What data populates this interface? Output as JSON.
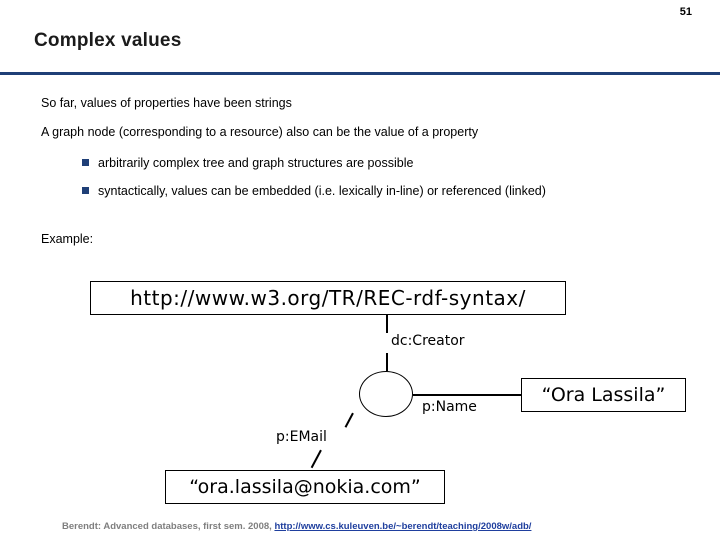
{
  "slide": {
    "number": "51",
    "title": "Complex values",
    "lines": [
      "So far, values of properties have been strings",
      "A graph node (corresponding to a resource) also can be the value of a property"
    ],
    "bullets": [
      "arbitrarily complex tree and graph structures are possible",
      "syntactically, values can be embedded (i.e. lexically in-line) or referenced (linked)"
    ],
    "example_label": "Example:",
    "accent_color": "#1f3f77"
  },
  "graph": {
    "uri_node": "http://www.w3.org/TR/REC-rdf-syntax/",
    "edge_creator": "dc:Creator",
    "edge_name": "p:Name",
    "edge_email": "p:EMail",
    "literal_name": "“Ora Lassila”",
    "literal_email": "“ora.lassila@nokia.com”"
  },
  "footer": {
    "text": "Berendt: Advanced databases, first sem. 2008, ",
    "link": "http://www.cs.kuleuven.be/~berendt/teaching/2008w/adb/"
  }
}
